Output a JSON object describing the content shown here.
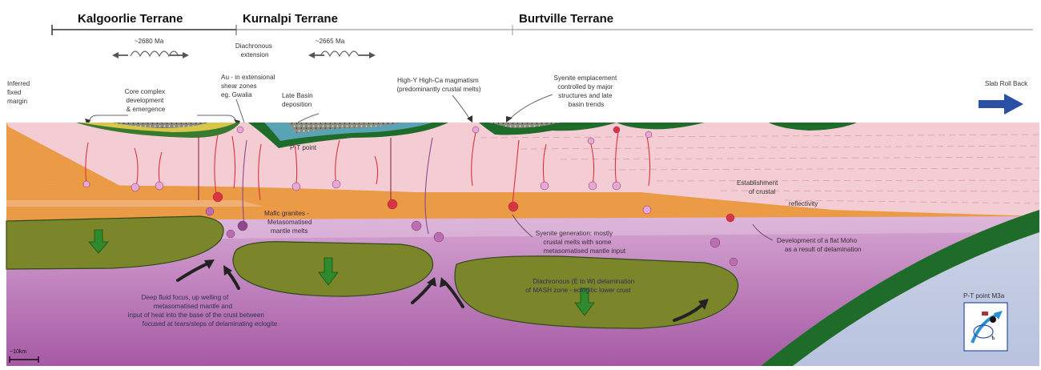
{
  "terranes": [
    "Kalgoorlie Terrane",
    "Kurnalpi Terrane",
    "Burtville Terrane"
  ],
  "ages": [
    "~2680 Ma",
    "~2665 Ma"
  ],
  "annotations": {
    "diachronous": [
      "Diachronous",
      "extension"
    ],
    "inferred_margin": [
      "Inferred",
      "fixed",
      "margin"
    ],
    "core_complex": [
      "Core complex",
      "development",
      "& emergence"
    ],
    "au": [
      "Au - in extensional",
      "shear zones",
      "eg. Gwalia"
    ],
    "late_basin": [
      "Late Basin",
      "deposition"
    ],
    "high_y": [
      "High-Y High-Ca magmatism",
      "(predominantly crustal melts)"
    ],
    "syenite_emplacement": [
      "Syenite emplacement",
      "controlled by major",
      "structures and late",
      "basin trends"
    ],
    "slab": "Slab Roll Back",
    "pt_point": "P-T point",
    "reflectivity": [
      "Establishment",
      "of crustal",
      "reflectivity"
    ],
    "mafic": [
      "Mafic granites -",
      "Metasomatised",
      "mantle melts"
    ],
    "syenite_generation": [
      "Syenite generation: mostly",
      "crustal melts with some",
      "metasomatised mantle input"
    ],
    "moho": [
      "Development of a flat Moho",
      "as a result of delamination"
    ],
    "deep_fluid": [
      "Deep fluid focus, up welling of",
      "metasomatised mantle and",
      "input of heat into the base of the crust between",
      "focused at tears/steps of delaminating eclogite"
    ],
    "delamination": [
      "Diachronous (E to W) delamination",
      "of MASH zone - eclogitic lower crust"
    ],
    "pt_m3a": "P-T point M3a",
    "scale": "~10km"
  },
  "colors": {
    "upper_crust": "#f3cdd3",
    "mid_crust": "#eb9a45",
    "mantle": "#b96fb2",
    "eclogite": "#7b852a",
    "slab": "#1f6b2a",
    "arrow_blue": "#2a4fa5",
    "melt_red": "#d9343f",
    "melt_pink": "#e7a8d6"
  }
}
